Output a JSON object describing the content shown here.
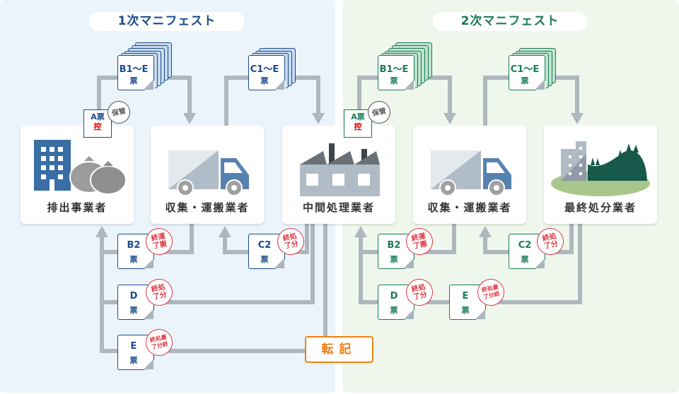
{
  "panels": [
    {
      "title": "1次マニフェスト",
      "accent": "#1b4a8c"
    },
    {
      "title": "2次マニフェスト",
      "accent": "#1a7a55"
    }
  ],
  "actors": {
    "emitter": "排出事業者",
    "transporter1": "収集・運搬業者",
    "intermediate": "中間処理業者",
    "transporter2": "収集・運搬業者",
    "final": "最終処分業者"
  },
  "tickets": {
    "p1_b1e": {
      "code": "B1～E",
      "suffix": "票"
    },
    "p1_c1e": {
      "code": "C1～E",
      "suffix": "票"
    },
    "p1_a": {
      "code": "A票",
      "note": "控",
      "stamp": "保管"
    },
    "p1_b2": {
      "code": "B2",
      "suffix": "票",
      "stamp": "運搬終了"
    },
    "p1_c2": {
      "code": "C2",
      "suffix": "票",
      "stamp": "処分終了"
    },
    "p1_d": {
      "code": "D",
      "suffix": "票",
      "stamp": "処分終了"
    },
    "p1_e": {
      "code": "E",
      "suffix": "票",
      "stamp": "最終処分終了"
    },
    "p2_b1e": {
      "code": "B1～E",
      "suffix": "票"
    },
    "p2_c1e": {
      "code": "C1～E",
      "suffix": "票"
    },
    "p2_a": {
      "code": "A票",
      "note": "控",
      "stamp": "保管"
    },
    "p2_b2": {
      "code": "B2",
      "suffix": "票",
      "stamp": "運搬終了"
    },
    "p2_c2": {
      "code": "C2",
      "suffix": "票",
      "stamp": "処分終了"
    },
    "p2_d": {
      "code": "D",
      "suffix": "票",
      "stamp": "処分終了"
    },
    "p2_e": {
      "code": "E",
      "suffix": "票",
      "stamp": "最終処分終了"
    }
  },
  "stamp_lines": {
    "unpan": [
      "終運",
      "了搬"
    ],
    "shobun": [
      "終処",
      "了分"
    ],
    "saishu": [
      "終処最",
      "了分終"
    ],
    "hokan": "保管"
  },
  "transfer_label": "転記",
  "colors": {
    "line": "#aeb6be",
    "stamp_red": "#e03540",
    "transfer": "#f08010"
  }
}
